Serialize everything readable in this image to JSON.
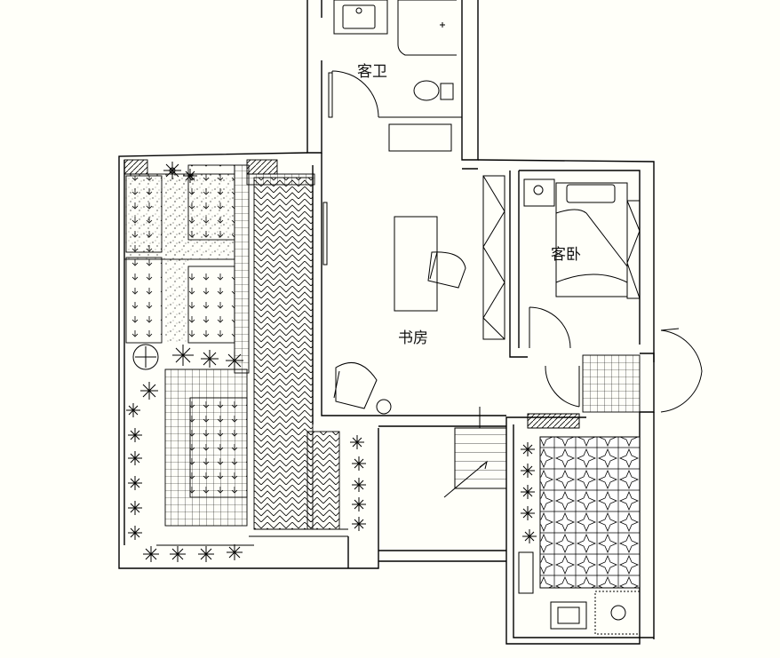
{
  "rooms": {
    "guest_bath": "客卫",
    "study": "书房",
    "guest_bedroom": "客卧"
  },
  "colors": {
    "line": "#000000",
    "background": "#fffff9"
  }
}
